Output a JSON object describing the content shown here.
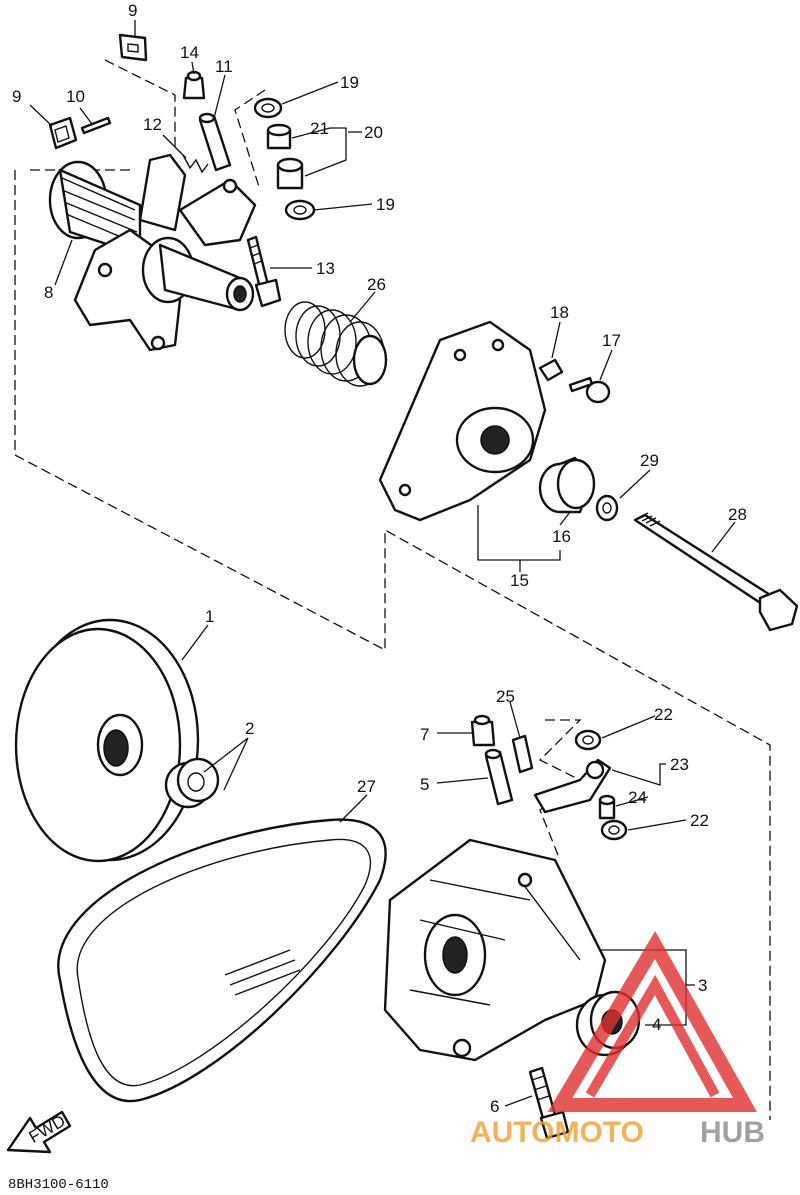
{
  "callouts": {
    "c1": "1",
    "c2": "2",
    "c3": "3",
    "c4": "4",
    "c5": "5",
    "c6": "6",
    "c7": "7",
    "c8": "8",
    "c9a": "9",
    "c9b": "9",
    "c10": "10",
    "c11": "11",
    "c12": "12",
    "c13": "13",
    "c14": "14",
    "c15": "15",
    "c16": "16",
    "c17": "17",
    "c18": "18",
    "c19a": "19",
    "c19b": "19",
    "c20": "20",
    "c21": "21",
    "c22a": "22",
    "c22b": "22",
    "c23": "23",
    "c24": "24",
    "c25": "25",
    "c26": "26",
    "c27": "27",
    "c28": "28",
    "c29": "29"
  },
  "fwd_label": "FWD",
  "diagram_code": "8BH3100-6110",
  "watermark": {
    "part1": "AUTOMOTO",
    "part2": "HUB",
    "color_orange": "#f0a030",
    "color_gray": "#8a8a8a",
    "color_red": "#e03030"
  }
}
